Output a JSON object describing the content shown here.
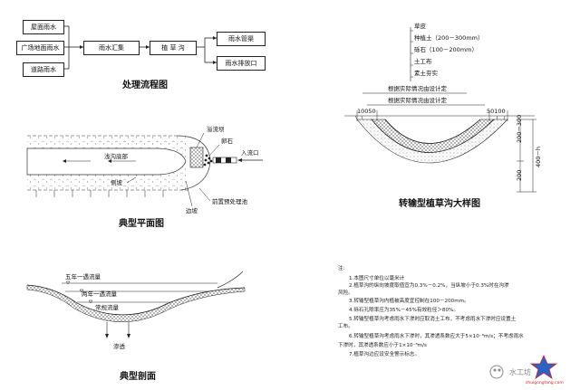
{
  "flow": {
    "title": "处理流程图",
    "sources": [
      "屋面雨水",
      "广场地面雨水",
      "道路雨水"
    ],
    "collect": "雨水汇集",
    "swale": "植 草 沟",
    "outputs": [
      "雨水管渠",
      "雨水排放口"
    ]
  },
  "plan": {
    "title": "典型平面图",
    "labels": {
      "overflow_dam": "溢流坝",
      "riprap": "卵石",
      "channel_bottom": "浅沟底部",
      "inflow": "入流口",
      "slope": "侧坡",
      "edge": "边坡",
      "pretreatment": "前置预处理池"
    }
  },
  "section": {
    "title": "典型剖面",
    "labels": {
      "five_year": "五年一遇流量",
      "two_year": "两年一遇流量",
      "normal": "常规流量",
      "infiltration": "渗透"
    }
  },
  "detail": {
    "title": "转输型植草沟大样图",
    "layers": [
      "草皮",
      "种植土（200－300mm）",
      "砾石（100－200mm）",
      "土工布",
      "素土夯实"
    ],
    "design_note": "根据实际情况由设计定",
    "dim_left": "10050",
    "dim_right": "50100",
    "dim_v1": "200－300",
    "dim_v2": "200",
    "dim_v3": "400－h"
  },
  "notes": {
    "heading": "注:",
    "lines": [
      "1.本图尺寸单位以毫米计",
      "2.植草沟的纵向坡度取值宜为0.3%－0.2%，当纵坡小于0.3%时在沟渗",
      "风险。",
      "3.转输型植草沟内植被高度宜控制在100－200mm。",
      "4.砾石孔隙率应为35%－45%有效粒径＞80%。",
      "5.转输型植草沟考虑雨水下渗时应取消土工布，不考虑雨水下渗时应设置土",
      "工布。",
      "6.转输型植草沟考虑雨水下渗时，其渗透系数应大于5×10⁻⁶m/s；不考虑雨水",
      "下渗时，其渗透系数应小于1×10⁻⁸m/s",
      "7.植草沟边应设安全警示标志。"
    ]
  },
  "watermark": {
    "text": "水工坊",
    "url": "shuigongfang.com"
  }
}
